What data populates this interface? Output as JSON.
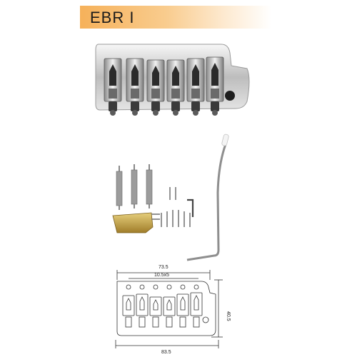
{
  "title": "EBR I",
  "dimensions": {
    "outer_width": "73.5",
    "spacing": "10.5x5",
    "base_width": "83.5",
    "height": "40.5"
  },
  "parts": {
    "saddle_count": 6,
    "springs": 3,
    "screws": 8,
    "hex_key": 1,
    "claw": 1,
    "arm": 1
  }
}
